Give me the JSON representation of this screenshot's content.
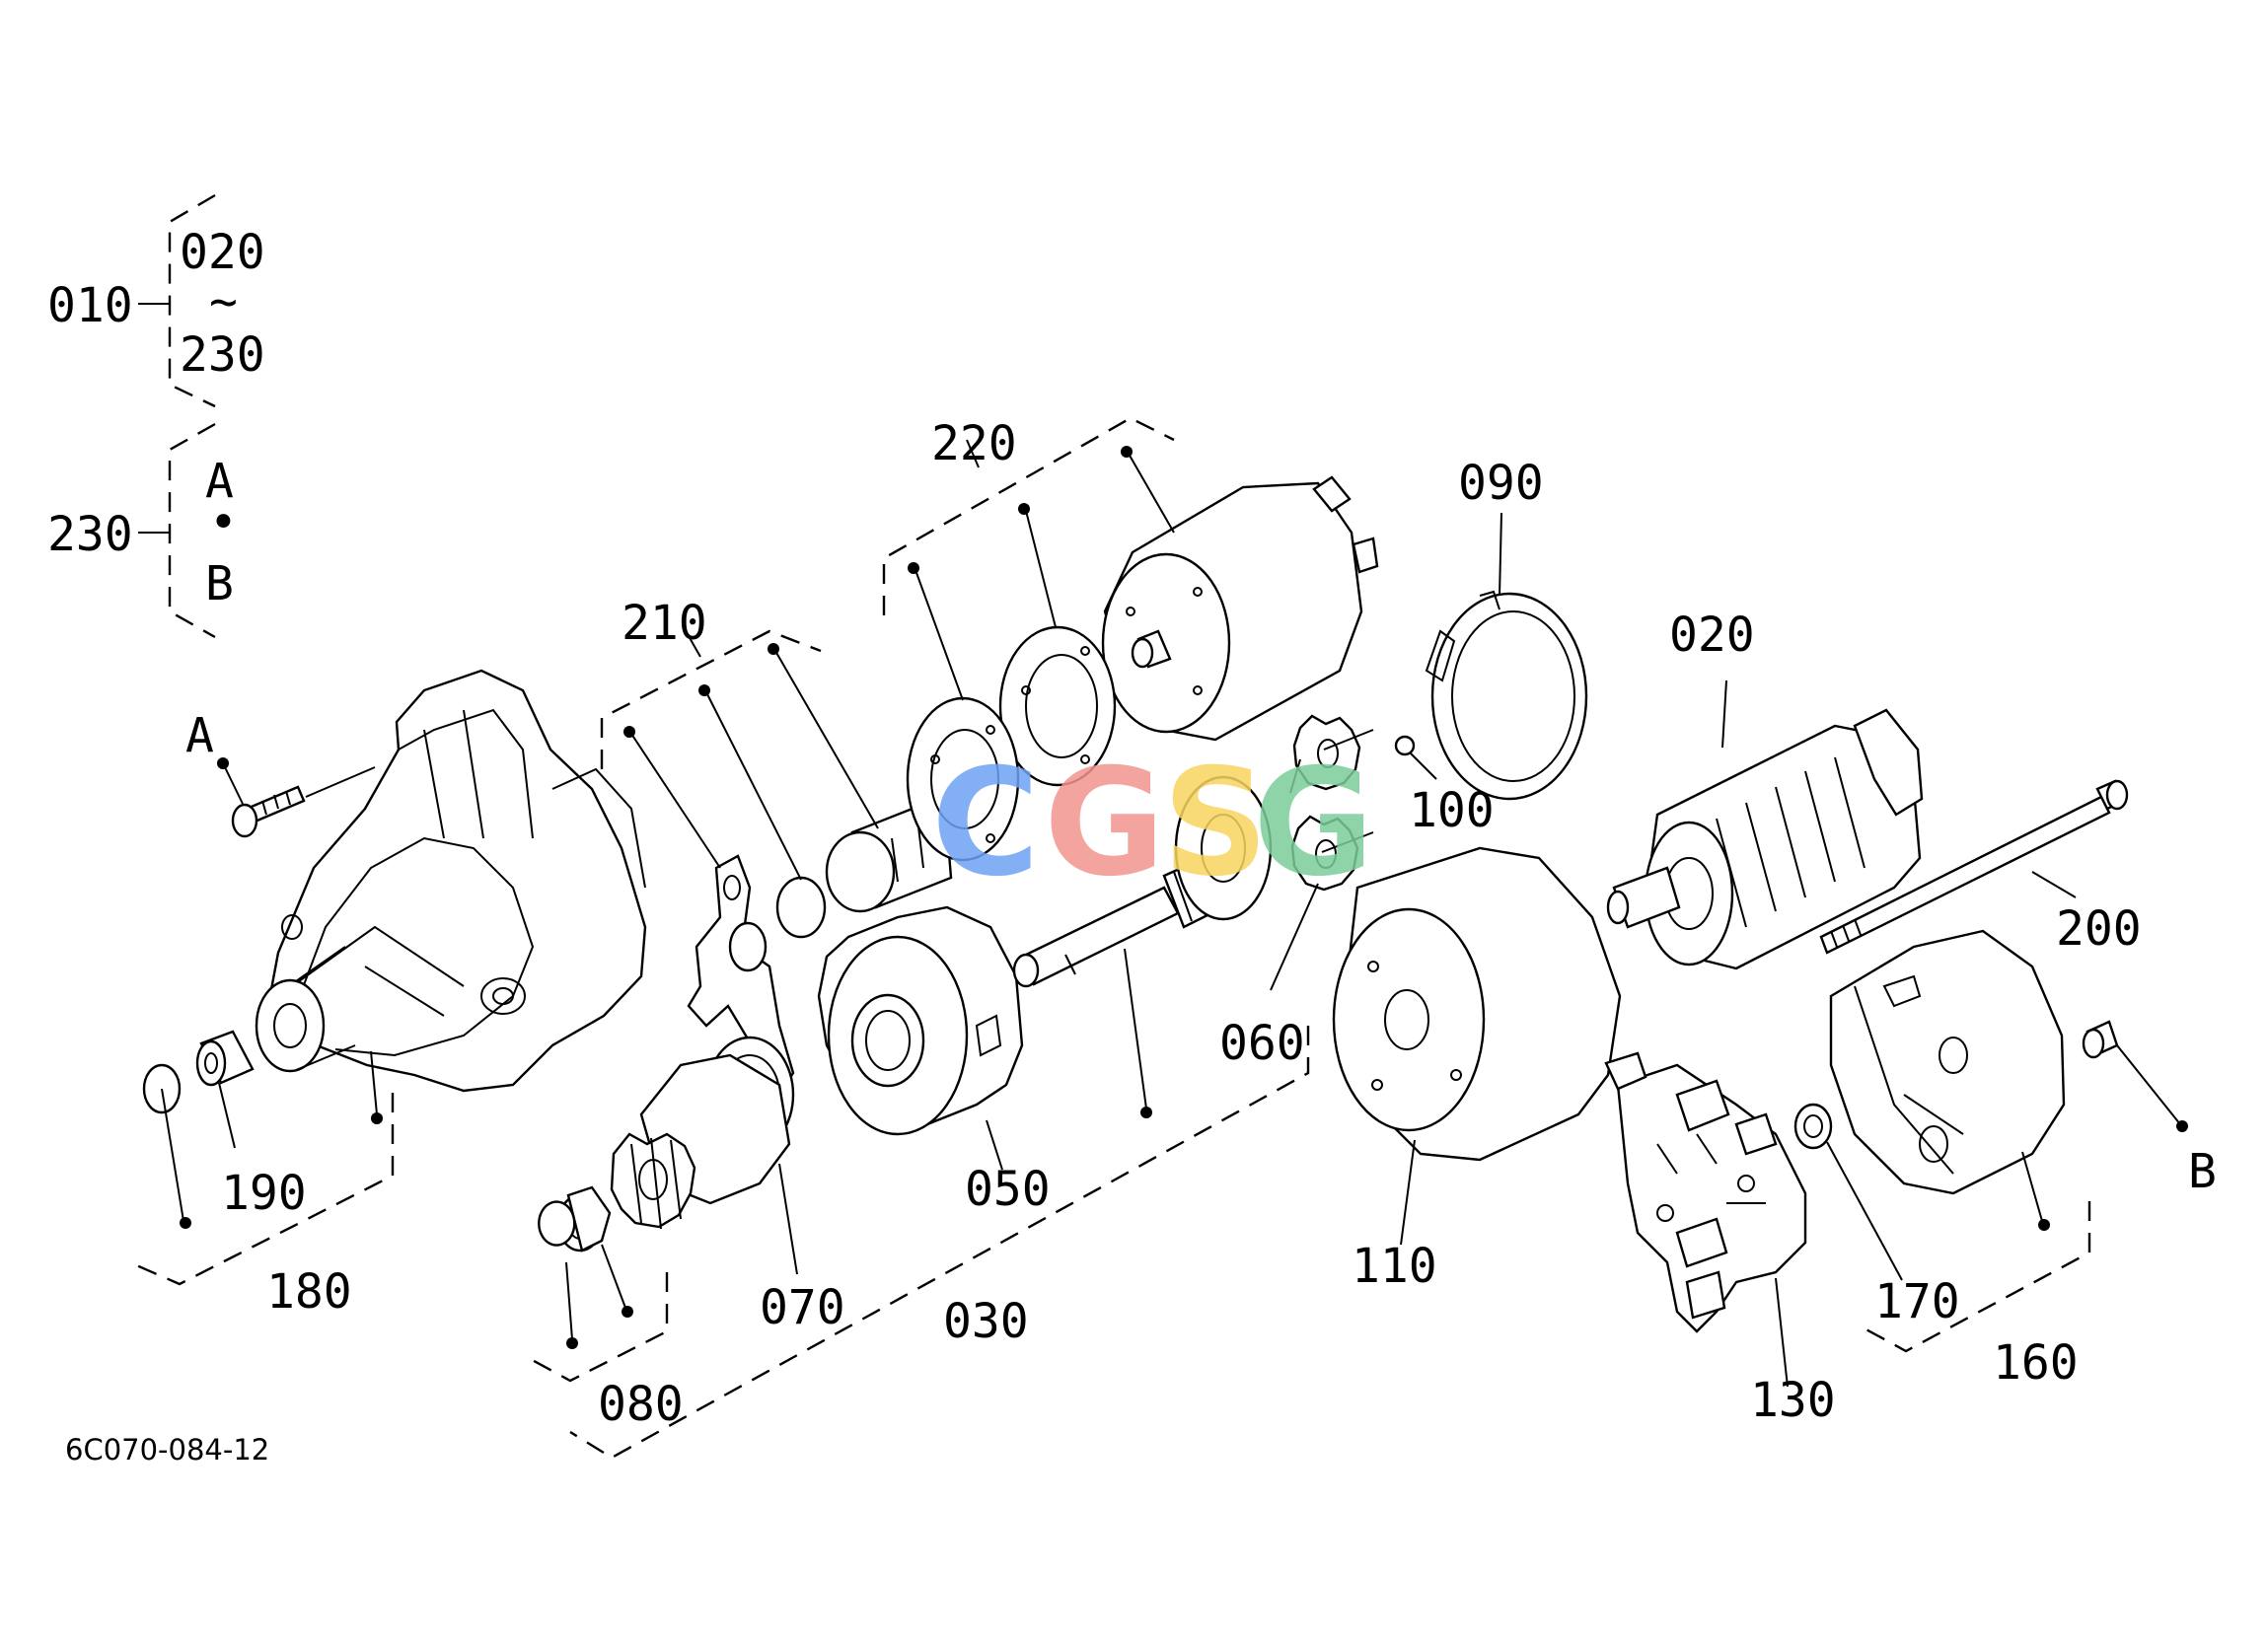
{
  "watermark": {
    "letters": [
      {
        "ch": "C",
        "color": "#6ea3f4"
      },
      {
        "ch": "G",
        "color": "#f2958f"
      },
      {
        "ch": "S",
        "color": "#f7d560"
      },
      {
        "ch": "G",
        "color": "#7ccc9a"
      }
    ]
  },
  "legend": {
    "set_number": "010",
    "range_from": "020",
    "range_sep": "~",
    "range_to": "230",
    "kit_number": "230",
    "kit_item_a": "A",
    "kit_sep": "•",
    "kit_item_b": "B"
  },
  "callouts": {
    "p020": "020",
    "p030": "030",
    "p050": "050",
    "p060": "060",
    "p070": "070",
    "p080": "080",
    "p090": "090",
    "p100": "100",
    "p110": "110",
    "p130": "130",
    "p160": "160",
    "p170": "170",
    "p180": "180",
    "p190": "190",
    "p200": "200",
    "p210": "210",
    "p220": "220",
    "ref_a": "A",
    "ref_b": "B"
  },
  "drawing_code": "6C070-084-12"
}
